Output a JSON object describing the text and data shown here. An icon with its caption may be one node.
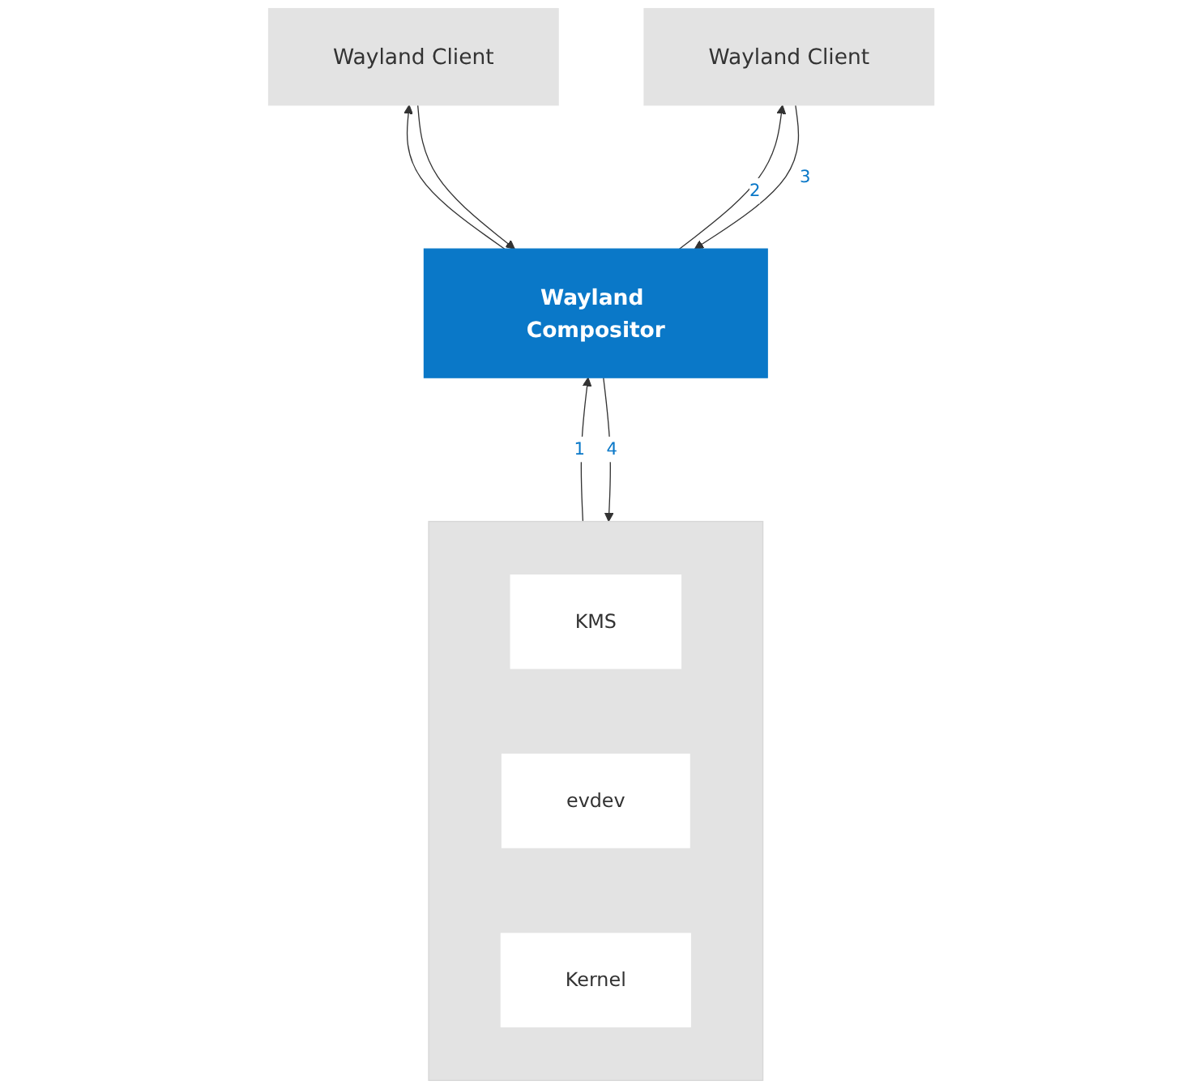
{
  "diagram": {
    "nodes": [
      {
        "text": [
          "Wayland Client"
        ]
      },
      {
        "text": [
          "Wayland Client"
        ]
      },
      {
        "text": [
          "Wayland Compositor"
        ]
      },
      {
        "text": [],
        "shape": "box"
      },
      {
        "text": [
          "KMS"
        ],
        "in": 3
      },
      {
        "text": [
          "evdev"
        ],
        "in": 3
      },
      {
        "text": [
          "Kernel"
        ],
        "in": 3
      }
    ],
    "edges": [
      {
        "from": 2,
        "to": 0,
        "arrow": "to"
      },
      {
        "from": 0,
        "to": 2,
        "arrow": "to"
      },
      {
        "from": 1,
        "to": 2,
        "arrow": "to",
        "label": "3"
      },
      {
        "from": 2,
        "to": 1,
        "arrow": "to",
        "label": "2"
      },
      {
        "from": 2,
        "to": 3,
        "arrow": "to",
        "label": "4"
      },
      {
        "from": 3,
        "to": 2,
        "arrow": "to",
        "label": "1"
      }
    ]
  }
}
